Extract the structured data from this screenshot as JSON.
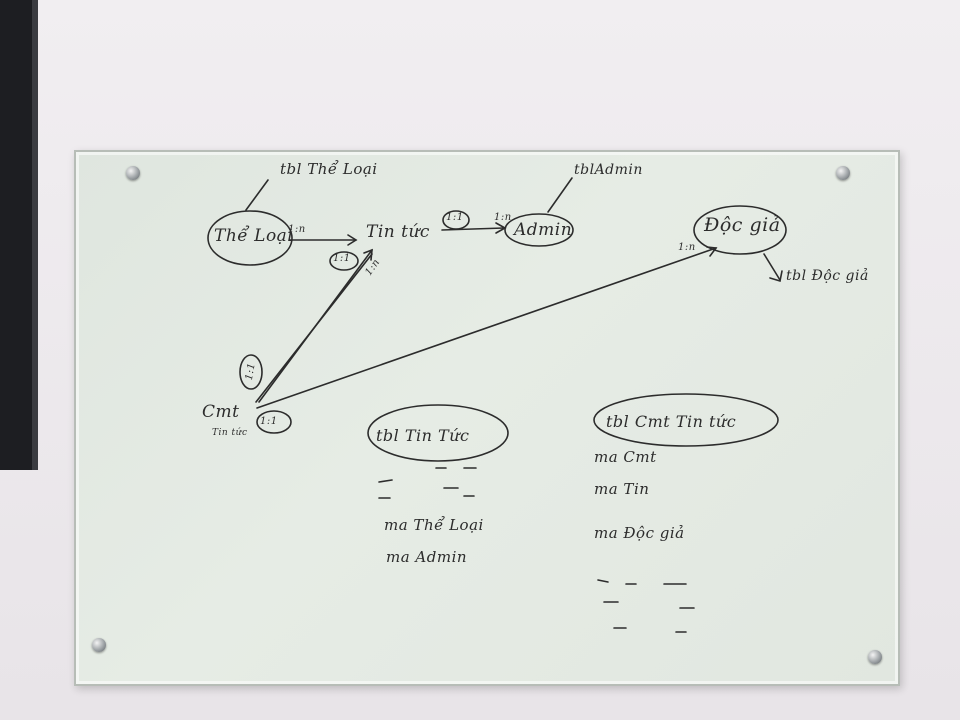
{
  "colors": {
    "ink": "#2c2c2c",
    "wall": "#ece9ec",
    "glass": "#e2e8e1"
  },
  "diagram": {
    "entities": {
      "the_loai": "Thể Loại",
      "tin_tuc": "Tin tức",
      "admin": "Admin",
      "doc_gia": "Độc giả",
      "cmt": "Cmt",
      "cmt_sub": "Tin tức"
    },
    "tables": {
      "tbl_the_loai": "tbl Thể Loại",
      "tbl_admin": "tblAdmin",
      "tbl_doc_gia": "tbl Độc giả",
      "tbl_tin_tuc": "tbl Tin Tức",
      "tbl_cmt": "tbl Cmt Tin tức"
    },
    "relations": {
      "rel1_top": "1:n",
      "rel1_bottom": "1:1",
      "rel2_left": "1:1",
      "rel2_right": "1:n",
      "rel3_top": "1:n",
      "rel4_top": "1:n",
      "rel5_a": "1:1",
      "rel5_b": "1:1"
    },
    "fields": {
      "tintuc_1": "ma Thể Loại",
      "tintuc_2": "ma Admin",
      "cmt_1": "ma Cmt",
      "cmt_2": "ma Tin",
      "cmt_3": "ma Độc giả"
    }
  }
}
